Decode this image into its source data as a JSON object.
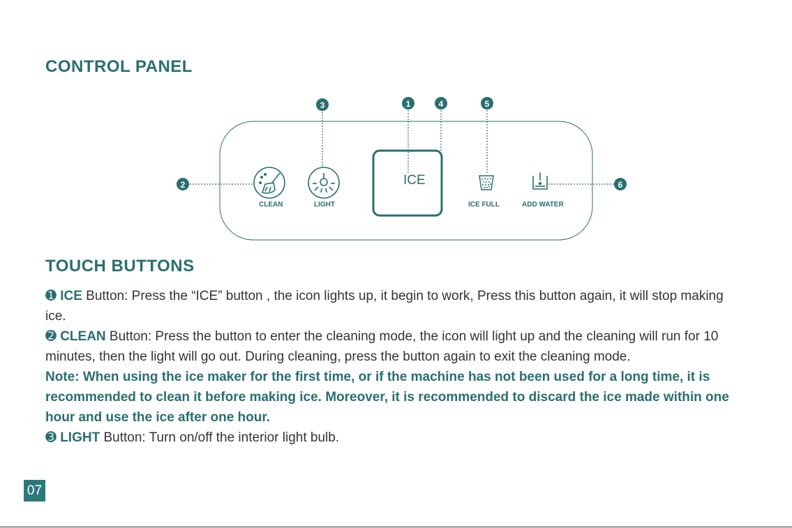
{
  "headings": {
    "control_panel": "CONTROL PANEL",
    "touch_buttons": "TOUCH BUTTONS"
  },
  "panel": {
    "ice_label": "ICE",
    "clean_label": "CLEAN",
    "light_label": "LIGHT",
    "ice_full_label": "ICE FULL",
    "add_water_label": "ADD WATER",
    "callouts": [
      "1",
      "2",
      "3",
      "4",
      "5",
      "6"
    ]
  },
  "items": {
    "ice_num": "➊",
    "ice_title": "ICE",
    "ice_text": " Button:  Press the “ICE” button , the icon lights up, it begin to work, Press this button again, it will stop making ice.",
    "clean_num": "➋",
    "clean_title": "CLEAN",
    "clean_text": " Button: Press the button to enter the cleaning mode, the icon will light up and the cleaning will run for 10 minutes, then the light will go out. During cleaning, press the button again to exit the cleaning mode.",
    "note": "Note: When using the ice maker for the first time, or if the machine has not been used for a long time, it is recommended to clean it before making ice. Moreover, it is recommended to discard the ice made within one hour and use the ice after one hour.",
    "light_num": "➌",
    "light_title": "LIGHT",
    "light_text": " Button: Turn on/off the  interior light bulb."
  },
  "page_number": "07",
  "colors": {
    "accent": "#2a6e70",
    "badge": "#2a7a7c",
    "text": "#333333"
  }
}
